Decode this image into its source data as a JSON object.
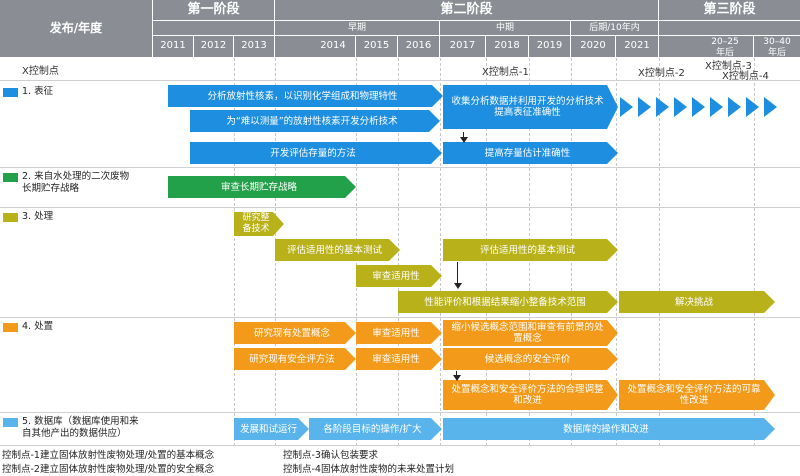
{
  "header": {
    "corner_label": "发布/年度",
    "phases": [
      "第一阶段",
      "第二阶段",
      "第三阶段"
    ],
    "sub_periods": [
      "早期",
      "中期",
      "后期/10年内"
    ],
    "years": [
      "2011",
      "2012",
      "2013",
      "2014",
      "2015",
      "2016",
      "2017",
      "2018",
      "2019",
      "2020",
      "2021",
      "20–25\n年后",
      "30–40\n年后"
    ]
  },
  "control_points": {
    "row_label": "X控制点",
    "cp1": "X控制点-1",
    "cp2": "X控制点-2",
    "cp3": "X控制点-3",
    "cp4": "X控制点-4"
  },
  "rows": {
    "r1": "1. 表征",
    "r2": "2. 来自水处理的二次废物长期贮存战略",
    "r3": "3. 处理",
    "r4": "4. 处置",
    "r5": "5. 数据库（数据库使用和来自其他产出的数据供应）"
  },
  "bars": {
    "b1": "分析放射性核素，以识别化学组成和物理特性",
    "b2": "收集分析数据并利用开发的分析技术提高表征准确性",
    "b3": "为“难以测量”的放射性核素开发分析技术",
    "b4": "开发评估存量的方法",
    "b5": "提高存量估计准确性",
    "b6": "审查长期贮存战略",
    "b7": "研究整备技术",
    "b8": "评估适用性的基本测试",
    "b9": "评估适用性的基本测试",
    "b10": "审查适用性",
    "b11": "性能评价和根据结果缩小整备技术范围",
    "b12": "解决挑战",
    "b13": "研究现有处置概念",
    "b14": "审查适用性",
    "b15": "缩小候选概念范围和审查有前景的处置概念",
    "b16": "研究现有安全评方法",
    "b17": "审查适用性",
    "b18": "候选概念的安全评价",
    "b19": "处置概念和安全评价方法的合理调整和改进",
    "b20": "处置概念和安全评价方法的可靠性改进",
    "b21": "发展和试运行",
    "b22": "各阶段目标的操作/扩大",
    "b23": "数据库的操作和改进"
  },
  "colors": {
    "header": "#8a8e94",
    "blue": "#1e8fe0",
    "green": "#23a14a",
    "olive": "#b8b11a",
    "orange": "#f39a1a",
    "light_blue": "#5ab4ec"
  },
  "footer": {
    "f1": "控制点-1建立固体放射性废物处理/处置的基本概念",
    "f2": "控制点-2建立固体放射性废物处理/处置的安全概念",
    "f3": "控制点-3确认包装要求",
    "f4": "控制点-4固体放射性废物的未来处置计划"
  }
}
